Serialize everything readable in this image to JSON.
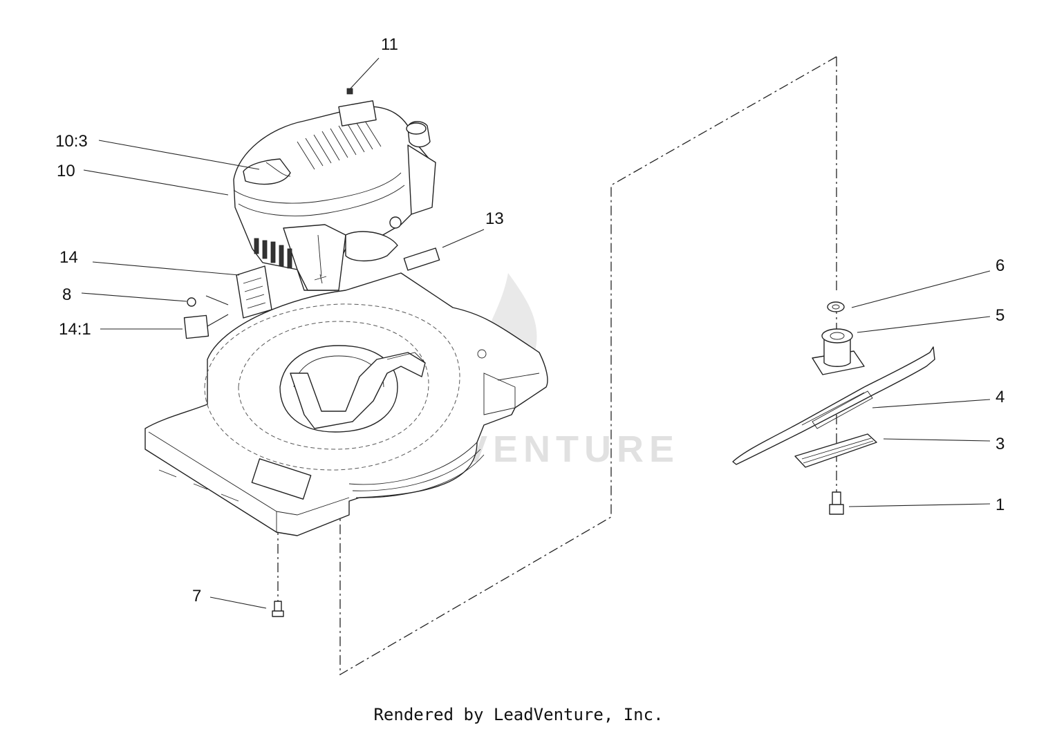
{
  "callouts": [
    {
      "id": "11",
      "text": "11"
    },
    {
      "id": "10_3",
      "text": "10:3"
    },
    {
      "id": "10",
      "text": "10"
    },
    {
      "id": "13",
      "text": "13"
    },
    {
      "id": "14",
      "text": "14"
    },
    {
      "id": "8",
      "text": "8"
    },
    {
      "id": "14_1",
      "text": "14:1"
    },
    {
      "id": "7",
      "text": "7"
    },
    {
      "id": "6",
      "text": "6"
    },
    {
      "id": "5",
      "text": "5"
    },
    {
      "id": "4",
      "text": "4"
    },
    {
      "id": "3",
      "text": "3"
    },
    {
      "id": "1",
      "text": "1"
    }
  ],
  "watermark": "LEADVENTURE",
  "footer": "Rendered by LeadVenture, Inc."
}
